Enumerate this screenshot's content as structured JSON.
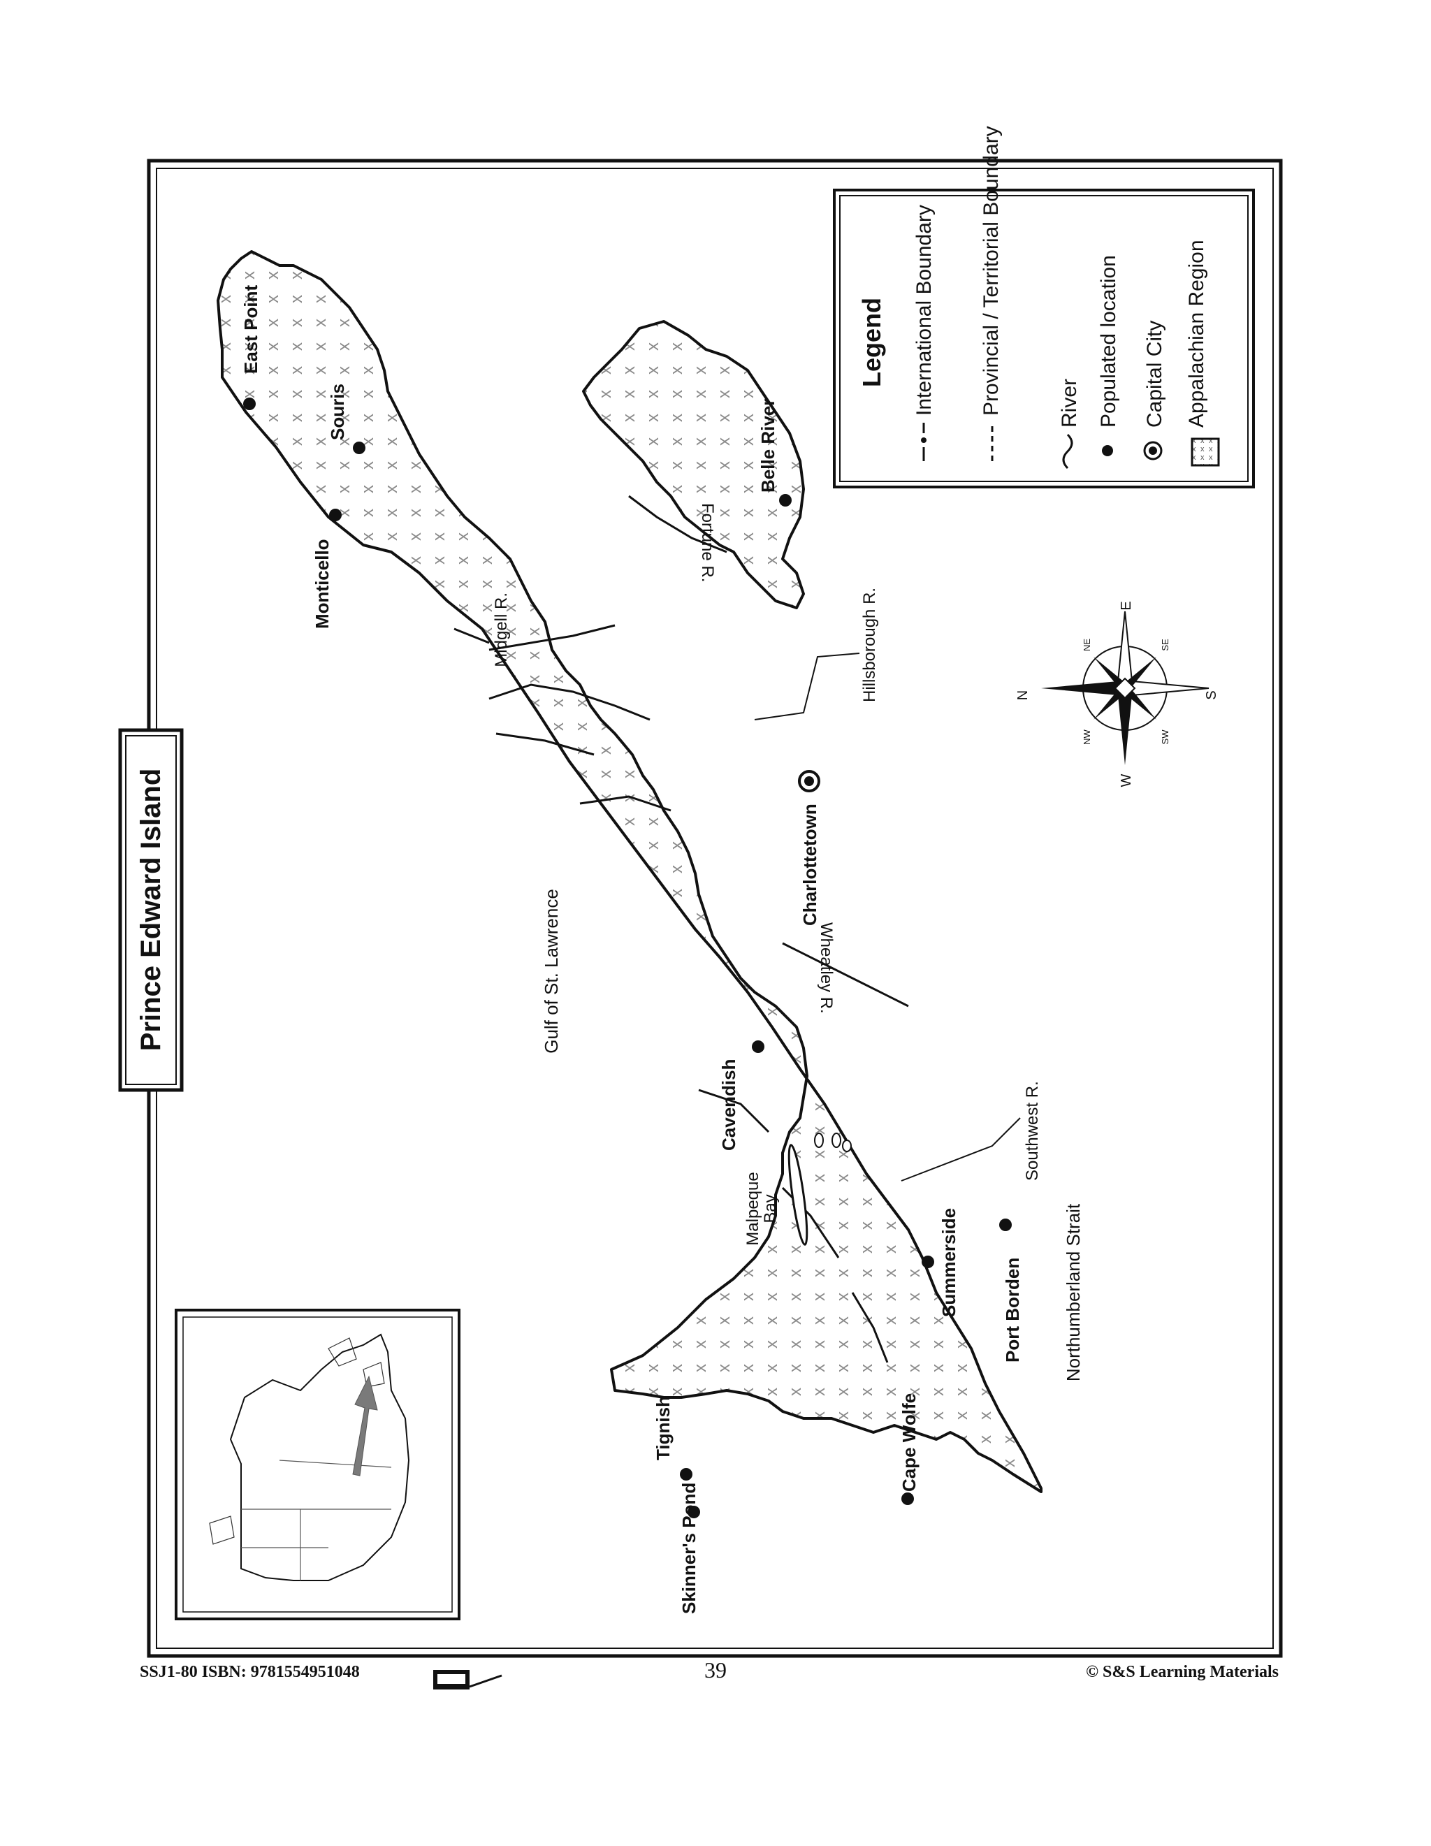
{
  "title": "Prince Edward Island",
  "legend": {
    "title": "Legend",
    "items": [
      {
        "icon": "international-boundary-symbol",
        "label": "International Boundary"
      },
      {
        "icon": "provincial-boundary-symbol",
        "label": "Provincial / Territorial Boundary"
      },
      {
        "icon": "river-symbol",
        "label": "River"
      },
      {
        "icon": "populated-location-symbol",
        "label": "Populated location"
      },
      {
        "icon": "capital-city-symbol",
        "label": "Capital City"
      },
      {
        "icon": "appalachian-region-symbol",
        "label": "Appalachian Region"
      }
    ]
  },
  "places": {
    "east_point": "East Point",
    "souris": "Souris",
    "monticello": "Monticello",
    "belle_river": "Belle River",
    "charlottetown": "Charlottetown",
    "cavendish": "Cavendish",
    "summerside": "Summerside",
    "port_borden": "Port Borden",
    "tignish": "Tignish",
    "skinners_pond": "Skinner's Pond",
    "cape_wolfe": "Cape Wolfe"
  },
  "rivers": {
    "fortune": "Fortune R.",
    "midgell": "Midgell R.",
    "hillsborough": "Hillsborough R.",
    "wheatley": "Wheatley R.",
    "southwest": "Southwest R."
  },
  "water": {
    "gulf": "Gulf of St. Lawrence",
    "malpeque": "Malpeque Bay",
    "northumberland": "Northumberland Strait"
  },
  "compass": {
    "n": "N",
    "s": "S",
    "e": "E",
    "w": "W",
    "ne": "NE",
    "nw": "NW",
    "se": "SE",
    "sw": "SW"
  },
  "footer": {
    "left": "SSJ1-80  ISBN: 9781554951048",
    "page": "39",
    "right": "© S&S Learning Materials"
  },
  "colors": {
    "ink": "#111111",
    "hatch": "#8a8a8a",
    "arrow": "#7a7a7a"
  }
}
